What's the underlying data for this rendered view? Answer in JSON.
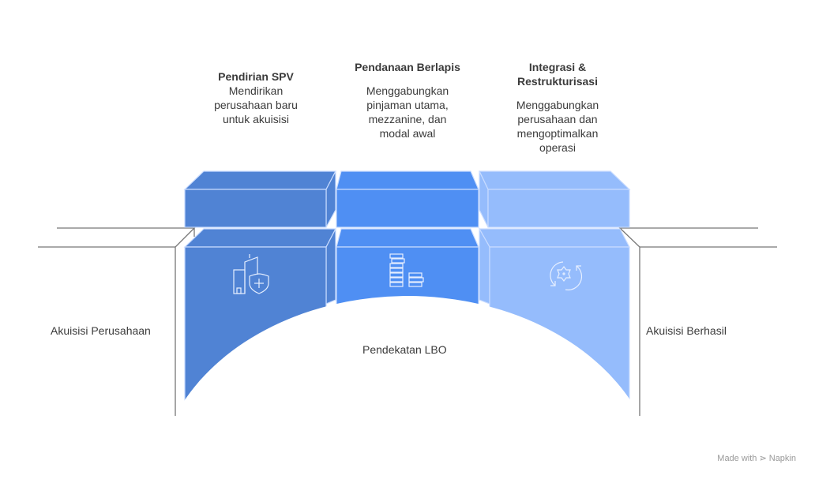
{
  "steps": [
    {
      "title": "Pendirian SPV",
      "desc": "Mendirikan perusahaan baru untuk akuisisi",
      "icon": "building-shield-icon",
      "color": "#5083D4"
    },
    {
      "title": "Pendanaan Berlapis",
      "desc": "Menggabungkan pinjaman utama, mezzanine, dan modal awal",
      "icon": "coin-stacks-icon",
      "color": "#4F8FF3"
    },
    {
      "title": "Integrasi & Restrukturisasi",
      "desc": "Menggabungkan perusahaan dan mengoptimalkan operasi",
      "icon": "gear-cycle-icon",
      "color": "#95BCFC"
    }
  ],
  "left_label": "Akuisisi Perusahaan",
  "right_label": "Akuisisi Berhasil",
  "center_label": "Pendekatan LBO",
  "footer": "Made with ⋗ Napkin"
}
